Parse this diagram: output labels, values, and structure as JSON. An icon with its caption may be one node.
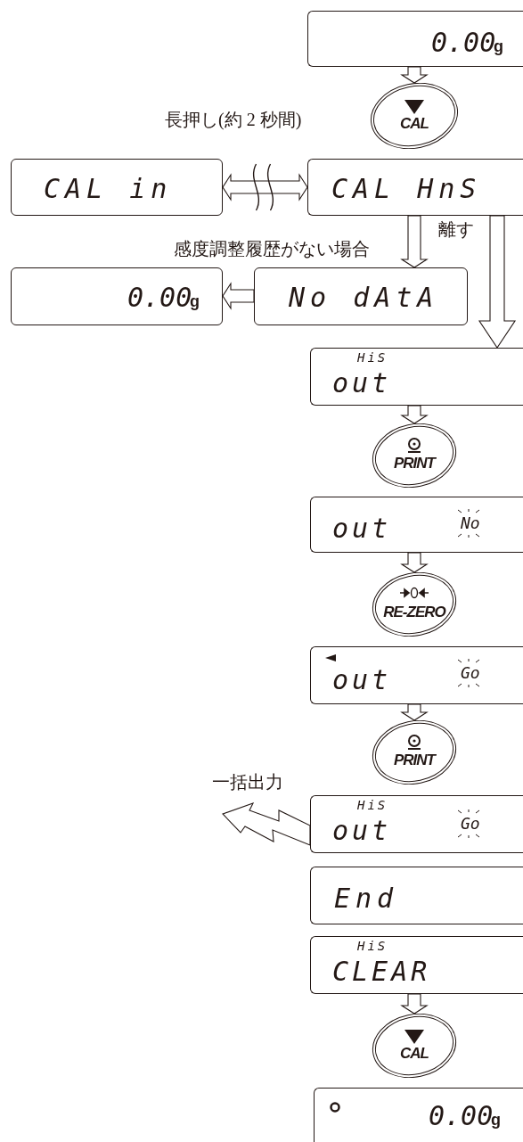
{
  "diagram": {
    "nodes": [
      {
        "text": [
          "0.00",
          "g"
        ]
      },
      {
        "text": [
          "CAL"
        ]
      },
      {
        "text": [
          "CAL in"
        ]
      },
      {
        "text": [
          "CAL HnS"
        ]
      },
      {
        "text": [
          "0.00",
          "g"
        ]
      },
      {
        "text": [
          "No dAtA"
        ],
        "beside": [
          "感度調整履歴がない場合"
        ]
      },
      {
        "text": [
          "HiS",
          "out"
        ]
      },
      {
        "text": [
          "PRINT"
        ]
      },
      {
        "text": [
          "out",
          "No"
        ]
      },
      {
        "text": [
          "RE-ZERO"
        ]
      },
      {
        "text": [
          "out",
          "Go"
        ]
      },
      {
        "text": [
          "PRINT"
        ]
      },
      {
        "text": [
          "HiS",
          "out",
          "Go"
        ]
      },
      {
        "text": [
          "End"
        ]
      },
      {
        "text": [
          "HiS",
          "CLEAR"
        ]
      },
      {
        "text": [
          "CAL"
        ]
      },
      {
        "text": [
          "0.00",
          "g"
        ]
      }
    ],
    "edges": [
      {
        "from": 0,
        "to": 1,
        "arrow": "to"
      },
      {
        "from": 3,
        "to": 2,
        "arrow": "both"
      },
      {
        "from": 3,
        "to": 5,
        "arrow": "to",
        "label": "離す"
      },
      {
        "from": 3,
        "to": 6,
        "arrow": "to"
      },
      {
        "from": 5,
        "to": 4,
        "arrow": "to"
      },
      {
        "from": 6,
        "to": 7,
        "arrow": "to"
      },
      {
        "from": 8,
        "to": 9,
        "arrow": "to"
      },
      {
        "from": 10,
        "to": 11,
        "arrow": "to"
      },
      {
        "from": 12,
        "to": null,
        "arrow": "to",
        "label": "一括出力"
      },
      {
        "from": 14,
        "to": 15,
        "arrow": "to"
      }
    ],
    "labels": [
      "長押し(約 2 秒間)"
    ]
  }
}
